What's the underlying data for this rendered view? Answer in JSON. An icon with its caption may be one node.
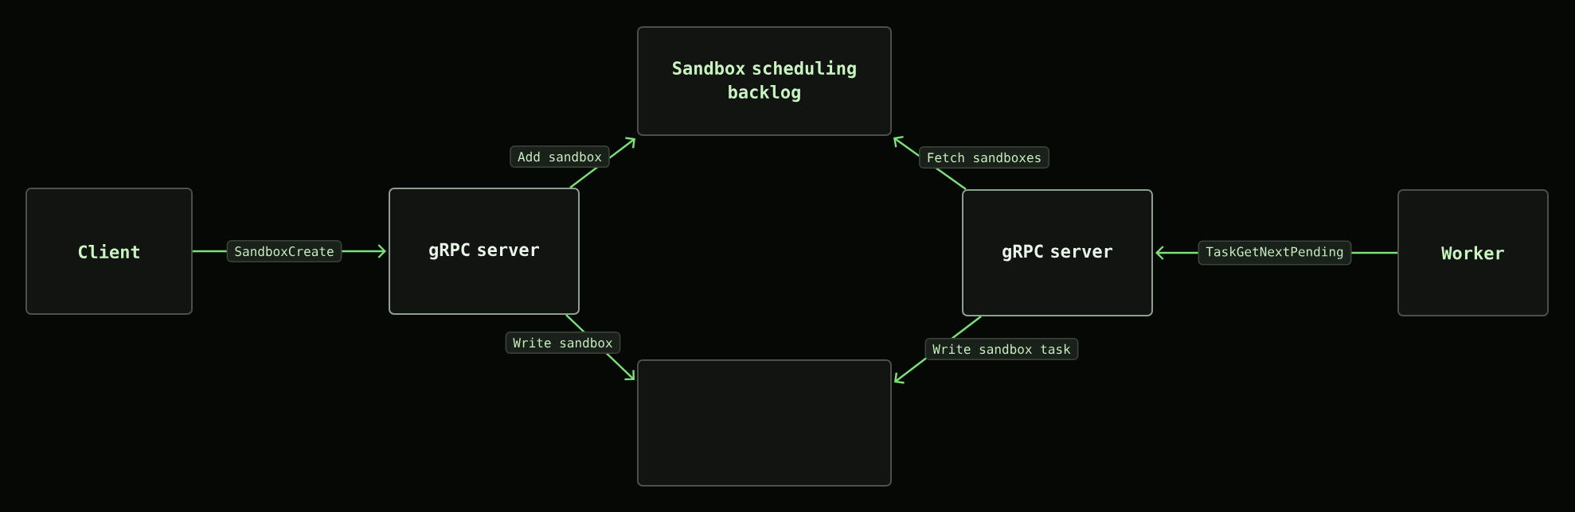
{
  "diagram": {
    "nodes": [
      {
        "text": [
          "Client"
        ]
      },
      {
        "text": [
          "gRPC server"
        ]
      },
      {
        "text": [
          "Sandbox scheduling backlog"
        ]
      },
      {
        "text": [],
        "shape": "box"
      },
      {
        "text": [
          "gRPC server"
        ]
      },
      {
        "text": [
          "Worker"
        ]
      }
    ],
    "edges": [
      {
        "from": 0,
        "to": 1,
        "arrow": "to",
        "label": "SandboxCreate"
      },
      {
        "from": 1,
        "to": 2,
        "arrow": "to",
        "label": "Add sandbox"
      },
      {
        "from": 1,
        "to": 3,
        "arrow": "to",
        "label": "Write sandbox"
      },
      {
        "from": 4,
        "to": 2,
        "arrow": "to",
        "label": "Fetch sandboxes"
      },
      {
        "from": 4,
        "to": 3,
        "arrow": "to",
        "label": "Write sandbox task"
      },
      {
        "from": 5,
        "to": 4,
        "arrow": "to",
        "label": "TaskGetNextPending"
      }
    ]
  }
}
